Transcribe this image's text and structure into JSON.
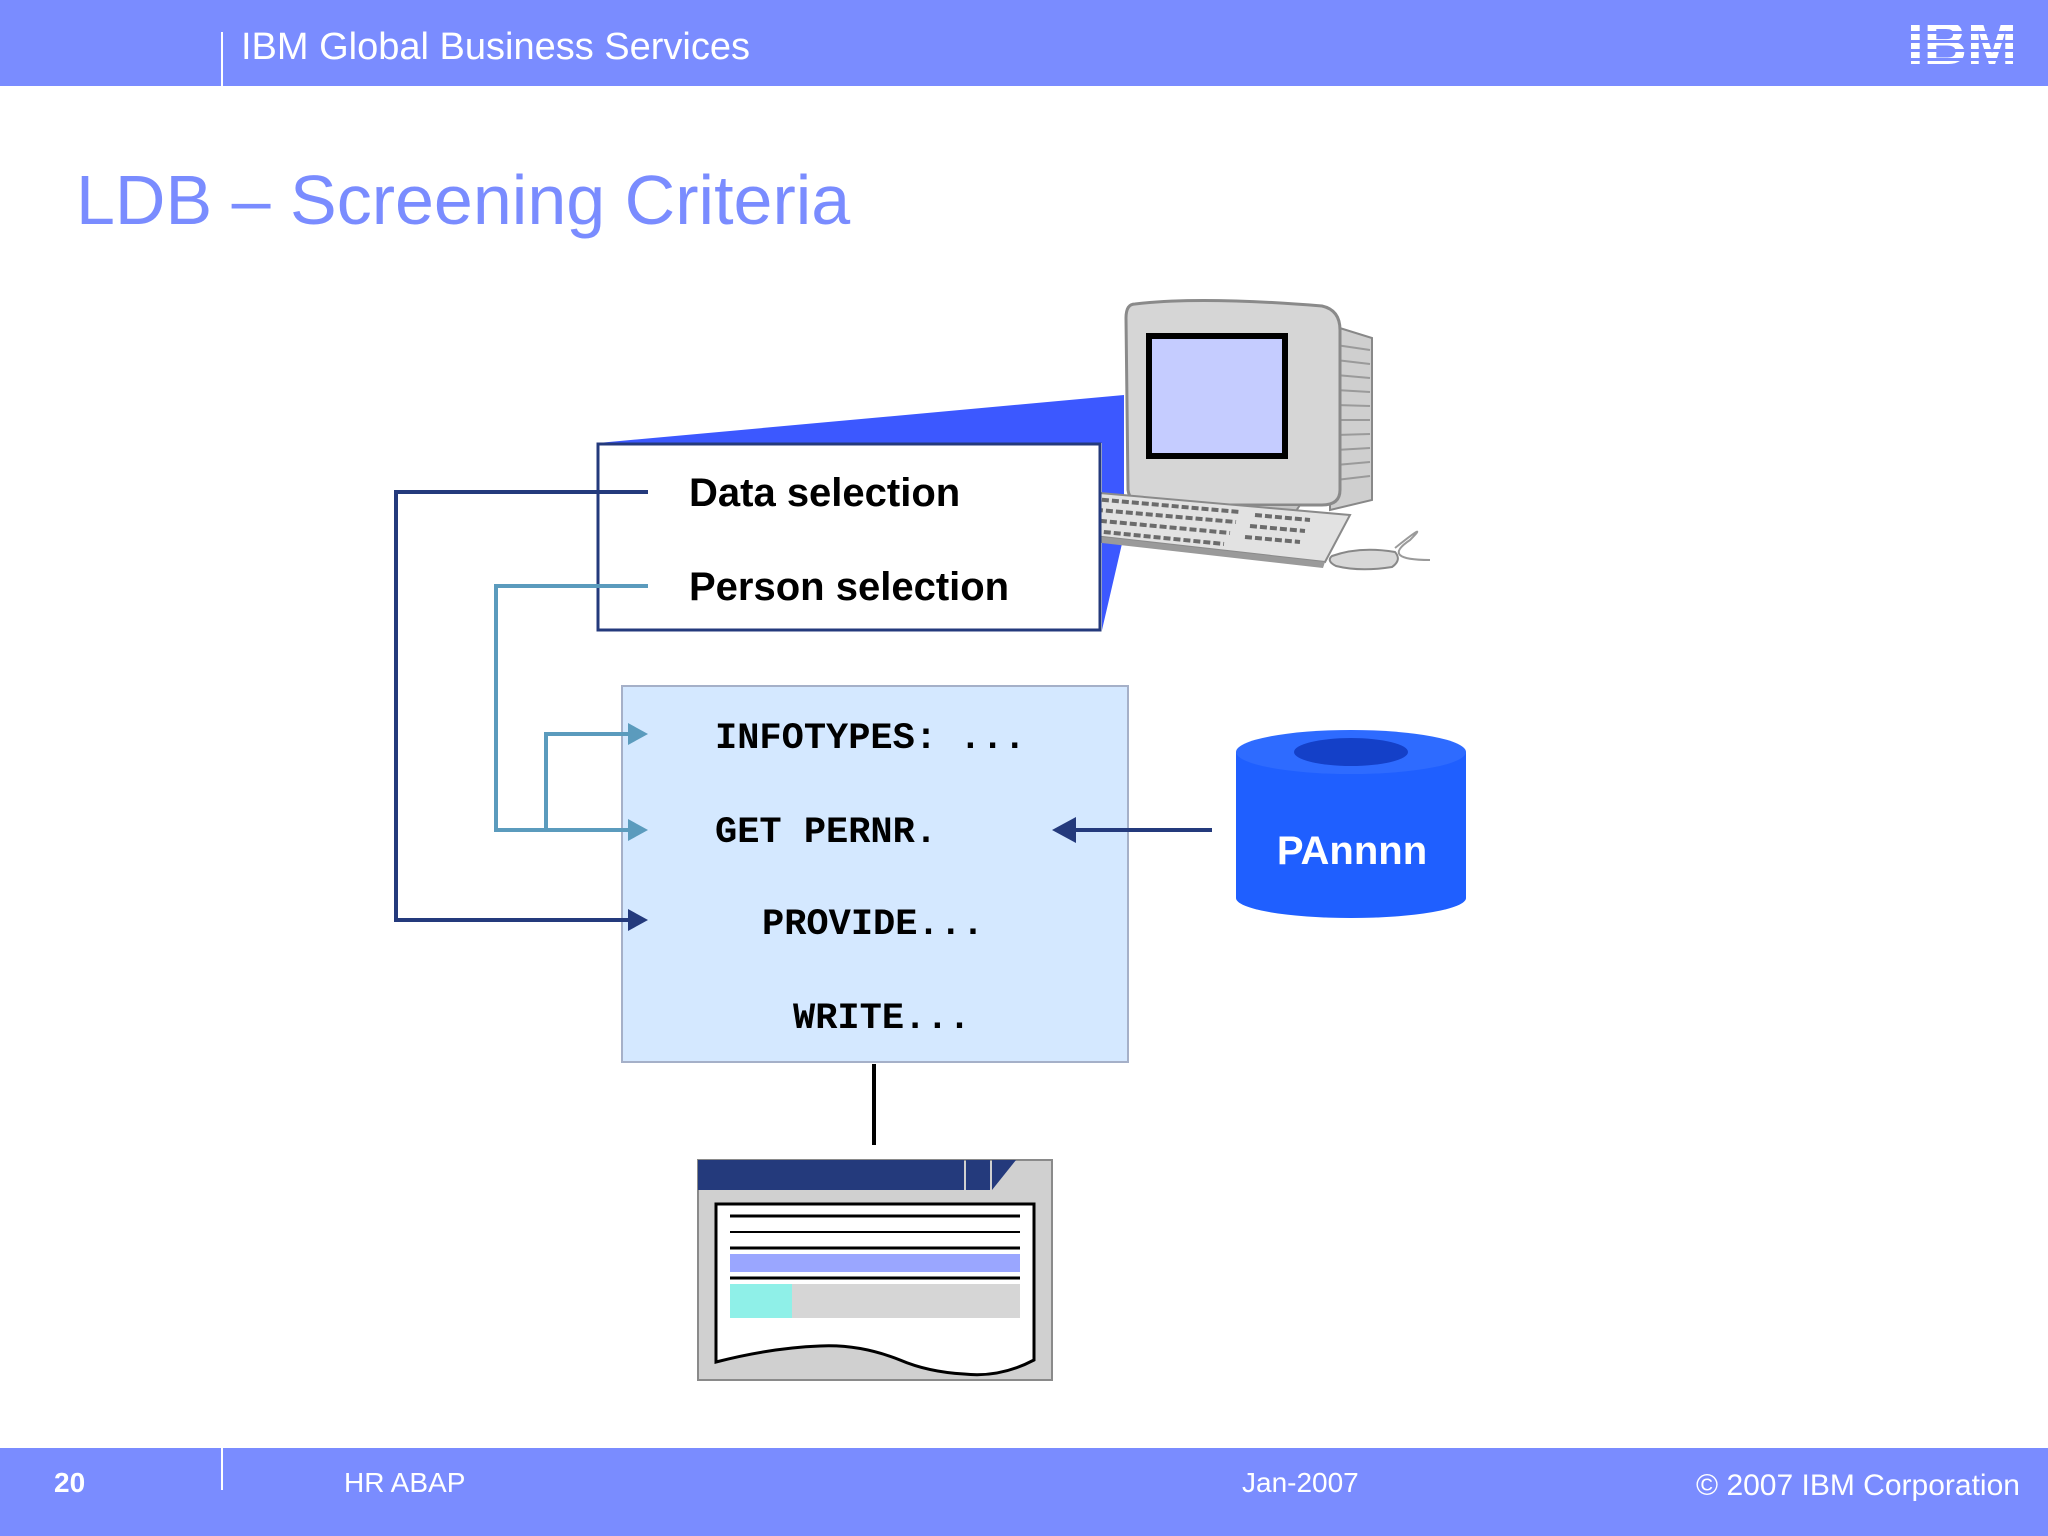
{
  "header": {
    "title": "IBM Global Business Services",
    "logo_text": "IBM"
  },
  "slide": {
    "title": "LDB – Screening Criteria"
  },
  "diagram": {
    "selection_items": [
      "Data selection",
      "Person selection"
    ],
    "code_lines": [
      "INFOTYPES: ...",
      "GET PERNR.",
      "PROVIDE...",
      "WRITE..."
    ],
    "database_label": "PAnnnn"
  },
  "footer": {
    "page": "20",
    "course": "HR ABAP",
    "date": "Jan-2007",
    "copyright": "© 2007 IBM Corporation"
  },
  "colors": {
    "accent": "#7a8cff",
    "dark_blue": "#243a7c",
    "light_blue_line": "#5b9bbd",
    "code_panel": "#d4e8ff",
    "database": "#1f5fff"
  }
}
